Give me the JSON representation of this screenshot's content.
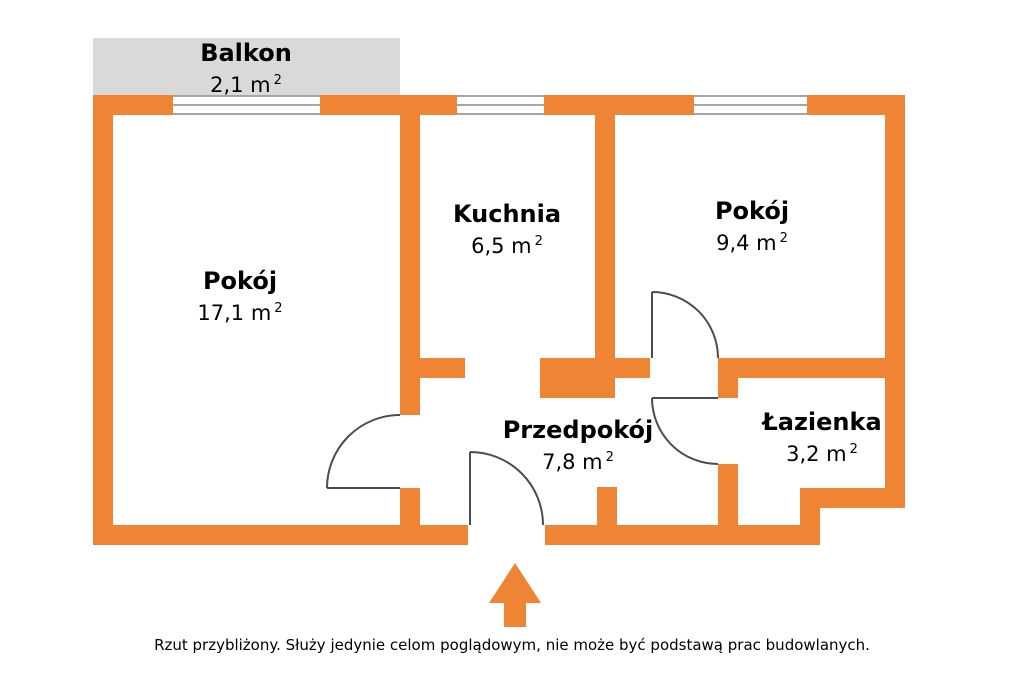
{
  "colors": {
    "wall": "#EE8434",
    "balcony": "#D9D9D9",
    "door": "#4D4D4D",
    "text": "#000000"
  },
  "rooms": [
    {
      "name": "Balkon",
      "area": "2,1 m",
      "sup": "2"
    },
    {
      "name": "Pokój",
      "area": "17,1 m",
      "sup": "2"
    },
    {
      "name": "Kuchnia",
      "area": "6,5 m",
      "sup": "2"
    },
    {
      "name": "Pokój",
      "area": "9,4 m",
      "sup": "2"
    },
    {
      "name": "Przedpokój",
      "area": "7,8 m",
      "sup": "2"
    },
    {
      "name": "Łazienka",
      "area": "3,2 m",
      "sup": "2"
    }
  ],
  "footer": {
    "disclaimer": "Rzut przybliżony. Służy jedynie celom poglądowym, nie może być podstawą prac budowlanych."
  }
}
